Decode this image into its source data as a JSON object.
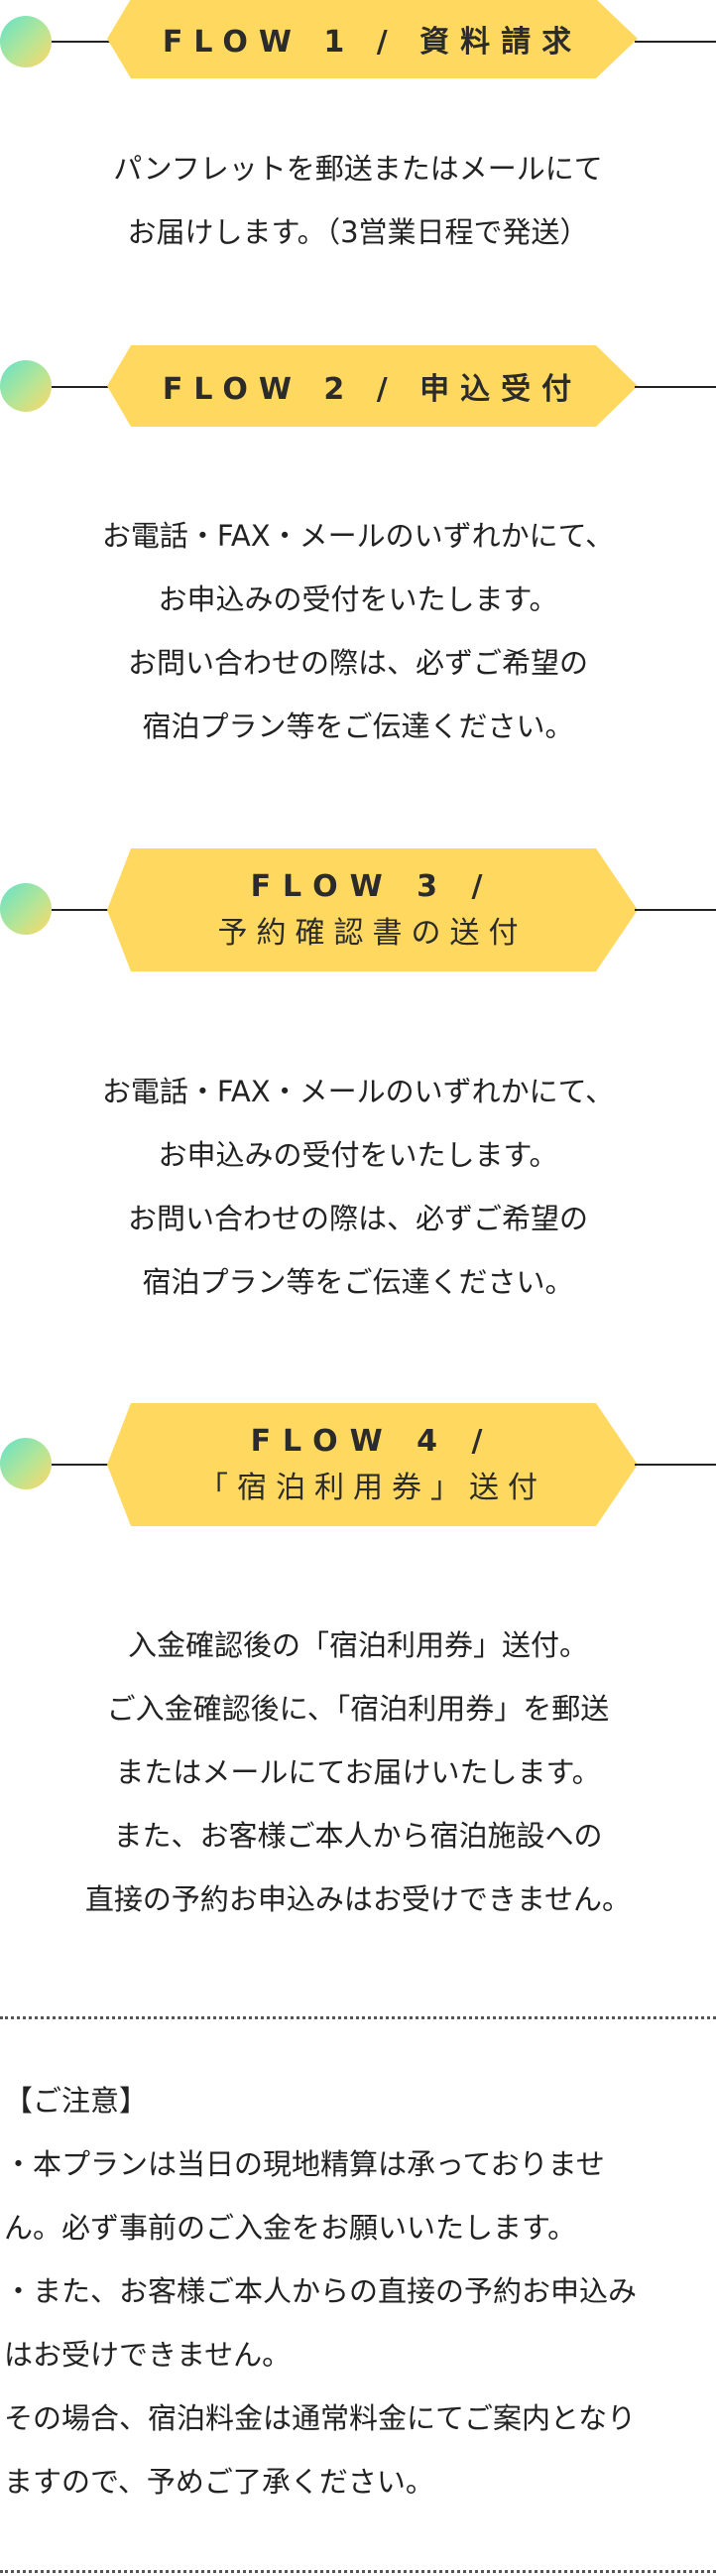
{
  "flows": [
    {
      "title": "FLOW 1 / 資料請求",
      "lines": [
        "パンフレットを郵送またはメールにて",
        "お届けします。（3営業日程で発送）"
      ]
    },
    {
      "title": "FLOW 2 / 申込受付",
      "lines": [
        "お電話・FAX・メールのいずれかにて、",
        "お申込みの受付をいたします。",
        "お問い合わせの際は、必ずご希望の",
        "宿泊プラン等をご伝達ください。"
      ]
    },
    {
      "title_line1": "FLOW 3 /",
      "title_line2": "予約確認書の送付",
      "lines": [
        "お電話・FAX・メールのいずれかにて、",
        "お申込みの受付をいたします。",
        "お問い合わせの際は、必ずご希望の",
        "宿泊プラン等をご伝達ください。"
      ]
    },
    {
      "title_line1": "FLOW 4 /",
      "title_line2": "「宿泊利用券」送付",
      "lines": [
        "入金確認後の「宿泊利用券」送付。",
        "ご入金確認後に、「宿泊利用券」を郵送",
        "またはメールにてお届けいたします。",
        "また、お客様ご本人から宿泊施設への",
        "直接の予約お申込みはお受けできません。"
      ]
    }
  ],
  "notice": {
    "heading": "【ご注意】",
    "lines": [
      "・本プランは当日の現地精算は承っておりませ",
      "ん。必ず事前のご入金をお願いいたします。",
      "・また、お客様ご本人からの直接の予約お申込み",
      "はお受けできません。",
      "その場合、宿泊料金は通常料金にてご案内となり",
      "ますので、予めご了承ください。"
    ]
  }
}
